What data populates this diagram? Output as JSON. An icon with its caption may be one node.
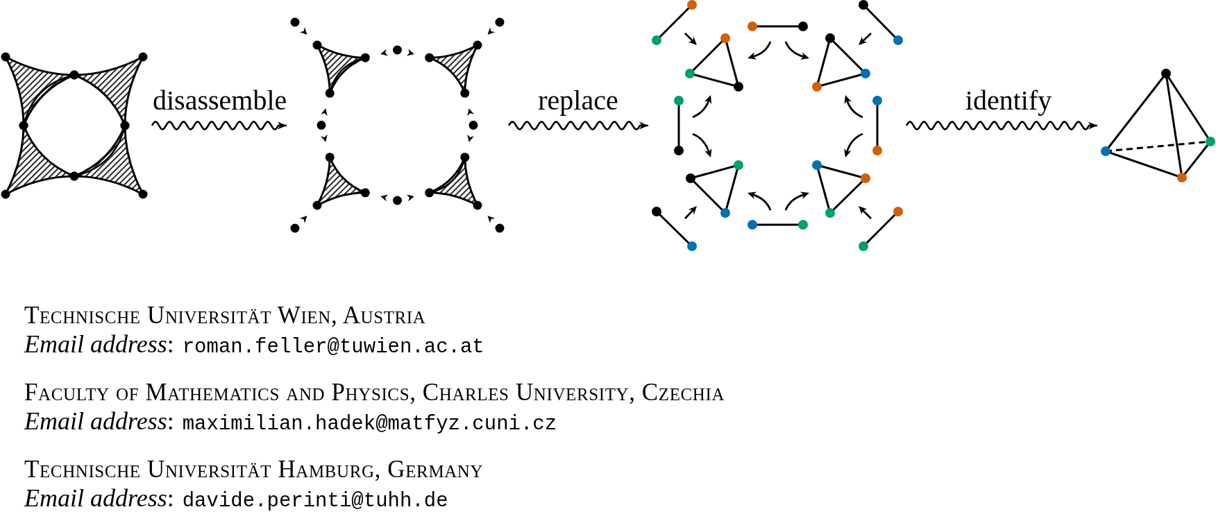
{
  "diagram": {
    "nodes": [
      {
        "text": [],
        "shape": "picture"
      },
      {
        "text": [],
        "shape": "picture"
      },
      {
        "text": [],
        "shape": "picture"
      },
      {
        "text": [],
        "shape": "picture"
      }
    ],
    "edges": [
      {
        "from": 0,
        "to": 1,
        "arrow": "to",
        "label": "disassemble"
      },
      {
        "from": 1,
        "to": 2,
        "arrow": "to",
        "label": "replace"
      },
      {
        "from": 2,
        "to": 3,
        "arrow": "to",
        "label": "identify"
      }
    ],
    "labels": [
      "Technische Universität Wien, Austria",
      "*Email address*:",
      "roman.feller@tuwien.ac.at",
      "Faculty of Mathematics and Physics, Charles University, Czechia",
      "*Email address*:",
      "maximilian.hadek@matfyz.cuni.cz",
      "Technische Universität Hamburg, Germany",
      "*Email address*:",
      "davide.perinti@tuhh.de"
    ]
  }
}
